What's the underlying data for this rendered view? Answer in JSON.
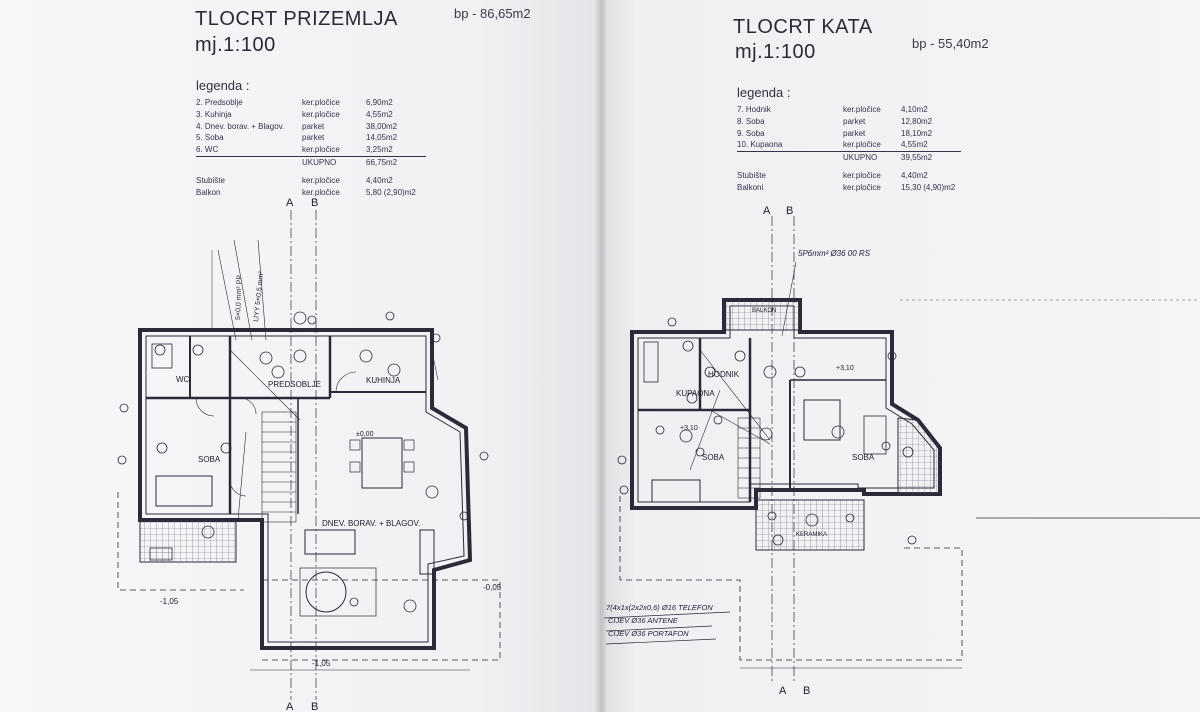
{
  "ground": {
    "title": "TLOCRT PRIZEMLJA",
    "area": "bp - 86,65m2",
    "scale": "mj.1:100",
    "legend_title": "legenda :",
    "rooms": [
      {
        "name": "2. Predsoblje",
        "floor": "ker.pločice",
        "area": "6,90m2"
      },
      {
        "name": "3. Kuhinja",
        "floor": "ker.pločice",
        "area": "4,55m2"
      },
      {
        "name": "4. Dnev. borav. + Blagov.",
        "floor": "parket",
        "area": "38,00m2"
      },
      {
        "name": "5. Soba",
        "floor": "parket",
        "area": "14,05m2"
      },
      {
        "name": "6. WC",
        "floor": "ker.pločice",
        "area": "3,25m2"
      }
    ],
    "total_label": "UKUPNO",
    "total": "66,75m2",
    "extras": [
      {
        "name": "Stubište",
        "floor": "ker.pločice",
        "area": "4,40m2"
      },
      {
        "name": "Balkon",
        "floor": "ker.pločice",
        "area": "5,80 (2,90)m2"
      }
    ],
    "axis_a": "A",
    "axis_b": "B",
    "labels": {
      "predsoblje": "PREDSOBLJE",
      "kuhinja": "KUHINJA",
      "wc": "WC",
      "soba": "SOBA",
      "dnevni": "DNEV. BORAV. + BLAGOV.",
      "lvl_neg": "-0,05",
      "lvl_neg2": "-1,05",
      "lvl_zero": "±0,00",
      "handnote_1": "5×0,0 mm² PP",
      "handnote_2": "LIYY 5×0,5 mm²"
    }
  },
  "upper": {
    "title": "TLOCRT KATA",
    "area": "bp - 55,40m2",
    "scale": "mj.1:100",
    "legend_title": "legenda :",
    "rooms": [
      {
        "name": "7. Hodnik",
        "floor": "ker.pločice",
        "area": "4,10m2"
      },
      {
        "name": "8. Soba",
        "floor": "parket",
        "area": "12,80m2"
      },
      {
        "name": "9. Soba",
        "floor": "parket",
        "area": "18,10m2"
      },
      {
        "name": "10. Kupaona",
        "floor": "ker.pločice",
        "area": "4,55m2"
      }
    ],
    "total_label": "UKUPNO",
    "total": "39,55m2",
    "extras": [
      {
        "name": "Stubište",
        "floor": "ker.pločice",
        "area": "4,40m2"
      },
      {
        "name": "Balkoni",
        "floor": "ker.pločice",
        "area": "15,30 (4,90)m2"
      }
    ],
    "axis_a": "A",
    "axis_b": "B",
    "labels": {
      "hodnik": "HODNIK",
      "kupaona": "KUPAONA",
      "soba_a": "SOBA",
      "soba_b": "SOBA",
      "balkon": "BALKON",
      "keramika": "KERAMIKA",
      "lvl": "+3,10",
      "cable_note": "5P6mm² Ø36 00 RS",
      "hand_1": "7(4x1x(2x2x0,6) Ø16 TELEFON",
      "hand_2": "CIJEV Ø36 ANTENE",
      "hand_3": "CIJEV Ø36 PORTAFON"
    }
  },
  "colors": {
    "ink": "#2a2a38",
    "hatch": "#6a6a7a",
    "handwriting": "#1c1c3a"
  }
}
